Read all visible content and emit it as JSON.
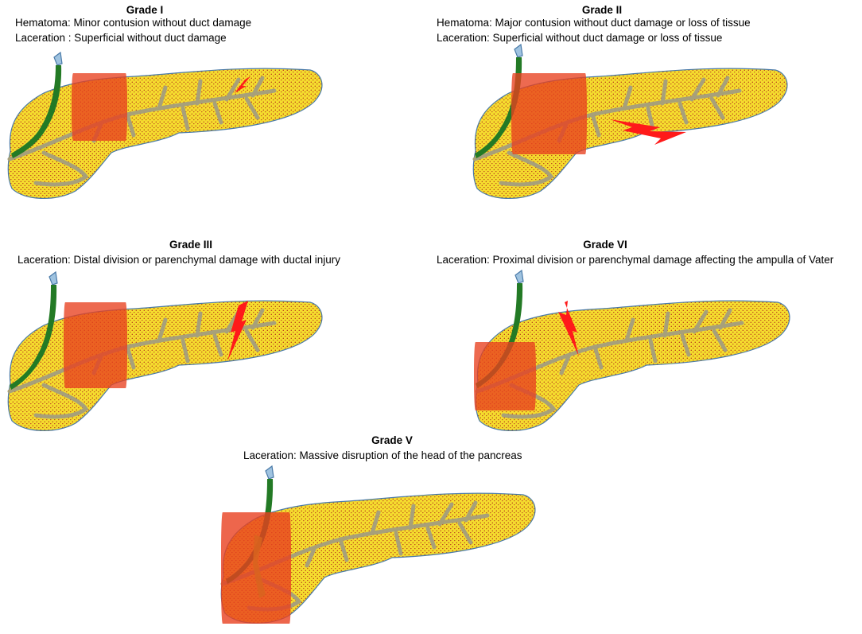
{
  "grades": [
    {
      "title": "Grade I",
      "lines": [
        "Hematoma:  Minor contusion without duct damage",
        "Laceration : Superficial without duct damage"
      ]
    },
    {
      "title": "Grade II",
      "lines": [
        "Hematoma:  Major contusion without duct damage  or loss of tissue",
        "Laceration: Superficial without duct damage  or loss of tissue"
      ]
    },
    {
      "title": "Grade III",
      "lines": [
        "Laceration: Distal division  or parenchymal damage with ductal injury"
      ]
    },
    {
      "title": "Grade VI",
      "lines": [
        "Laceration: Proximal division  or parenchymal damage affecting the  ampulla of Vater"
      ]
    },
    {
      "title": "Grade V",
      "lines": [
        "Laceration: Massive disruption of the head of the  pancreas"
      ]
    }
  ],
  "colors": {
    "parenchyma": "#f5dc2e",
    "stipple": "#b0261a",
    "outline": "#4a7aa8",
    "duct": "#a7a07a",
    "bile_duct": "#237a25",
    "hematoma": "#e8401f",
    "laceration": "#ff1a1a"
  }
}
